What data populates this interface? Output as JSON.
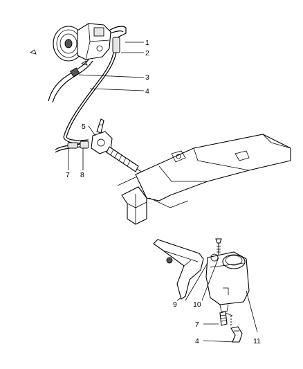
{
  "callouts": {
    "upper": [
      "1",
      "2",
      "3",
      "4",
      "5",
      "7",
      "8"
    ],
    "lower": [
      "9",
      "10",
      "7",
      "4",
      "11"
    ]
  }
}
